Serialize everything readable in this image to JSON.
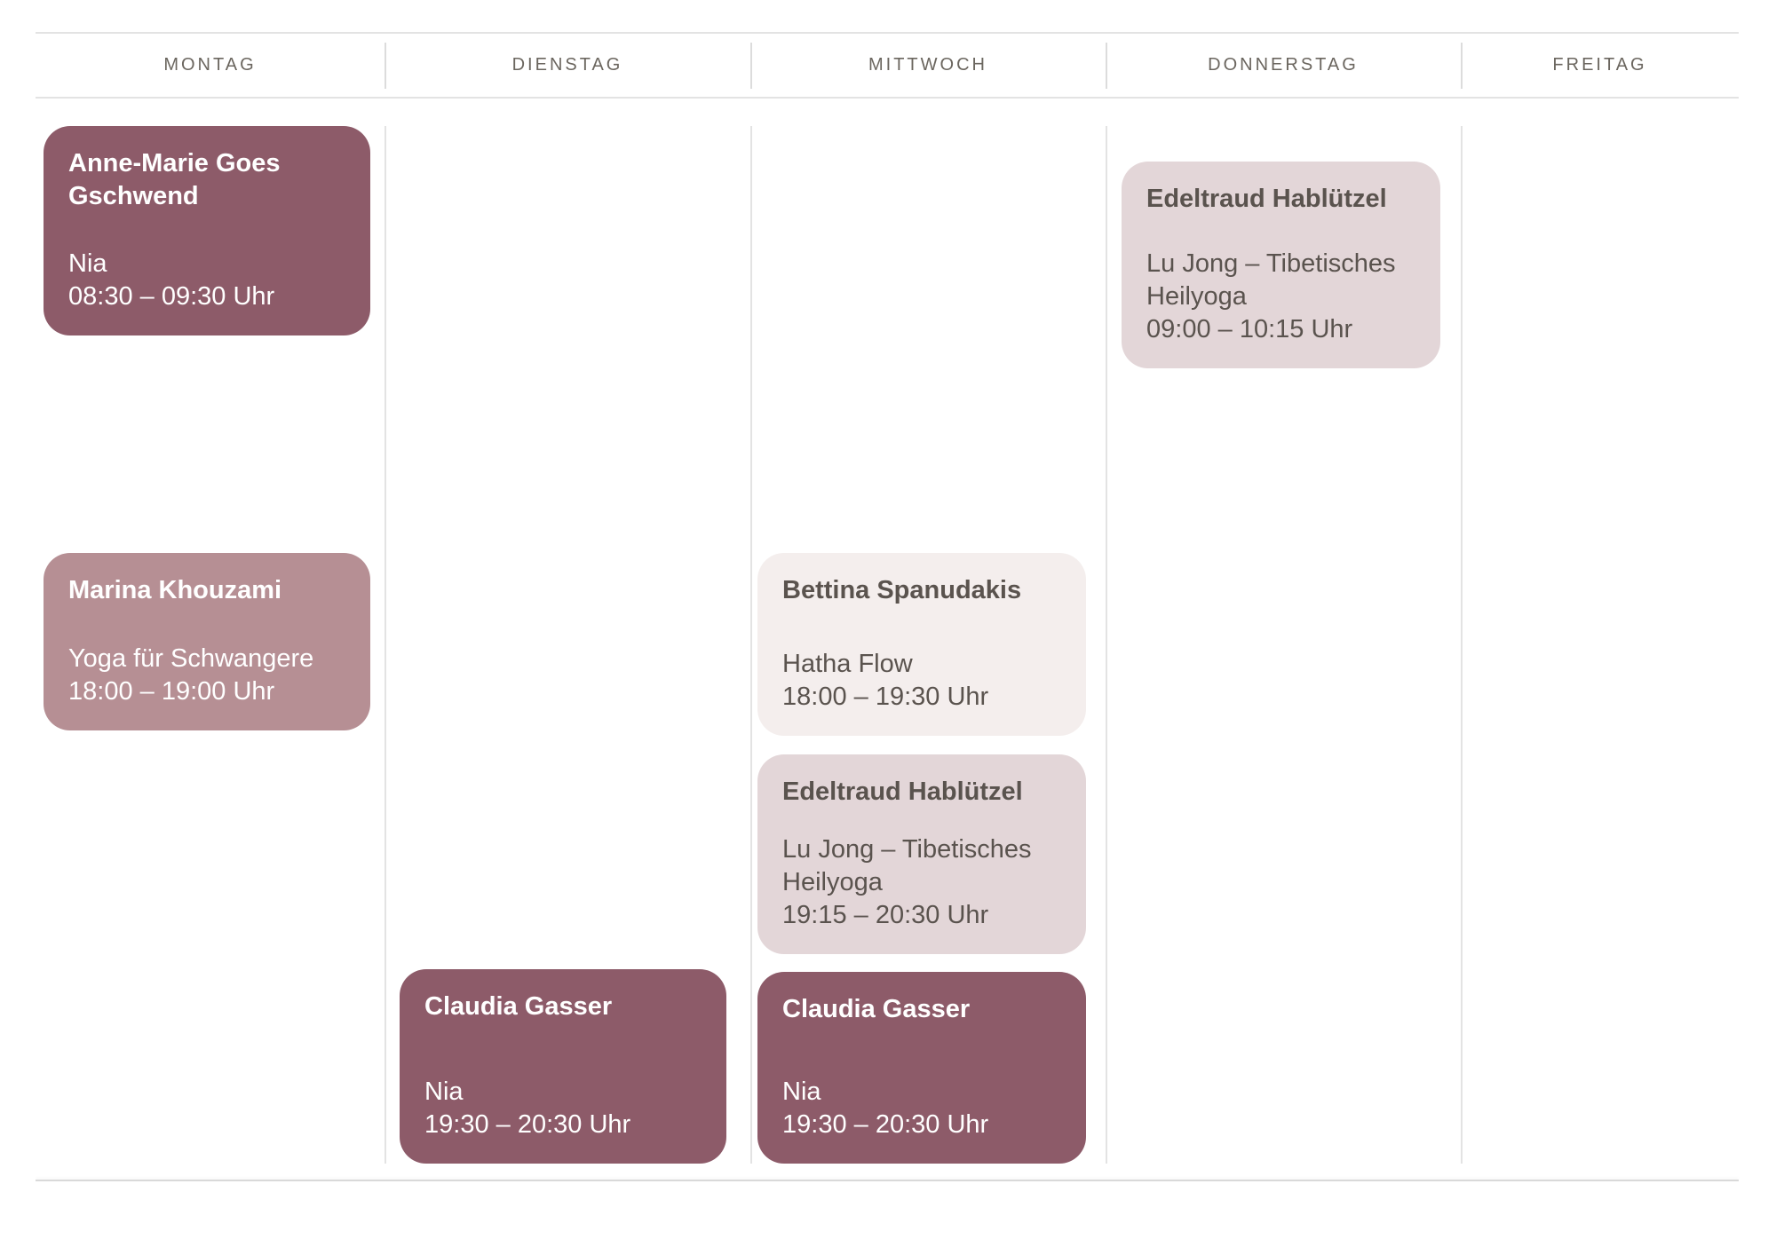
{
  "weekdays": [
    "MONTAG",
    "DIENSTAG",
    "MITTWOCH",
    "DONNERSTAG",
    "FREITAG"
  ],
  "events": [
    {
      "day": "Montag",
      "teacher": "Anne-Marie Goes Gschwend",
      "activity": "Nia",
      "time": "08:30 – 09:30 Uhr"
    },
    {
      "day": "Montag",
      "teacher": "Marina Khouzami",
      "activity": "Yoga für Schwangere",
      "time": "18:00 – 19:00 Uhr"
    },
    {
      "day": "Dienstag",
      "teacher": "Claudia Gasser",
      "activity": "Nia",
      "time": "19:30 – 20:30 Uhr"
    },
    {
      "day": "Mittwoch",
      "teacher": "Bettina Spanudakis",
      "activity": "Hatha Flow",
      "time": "18:00 – 19:30 Uhr"
    },
    {
      "day": "Mittwoch",
      "teacher": "Edeltraud Hablützel",
      "activity": "Lu Jong – Tibetisches Heilyoga",
      "time": "19:15 – 20:30 Uhr"
    },
    {
      "day": "Mittwoch",
      "teacher": "Claudia Gasser",
      "activity": "Nia",
      "time": "19:30 – 20:30 Uhr"
    },
    {
      "day": "Donnerstag",
      "teacher": "Edeltraud Hablützel",
      "activity": "Lu Jong – Tibetisches Heilyoga",
      "time": "09:00 – 10:15 Uhr"
    }
  ],
  "colors": {
    "event_dark": "#8d5b69",
    "event_medium": "#b68f94",
    "event_light": "#e3d6d8",
    "event_lightest": "#f4eeed",
    "text_on_dark": "#ffffff",
    "text_on_light": "#5a534e",
    "header_text": "#6b665f",
    "rule": "#e3e3e3",
    "divider": "#dcdcdc"
  }
}
